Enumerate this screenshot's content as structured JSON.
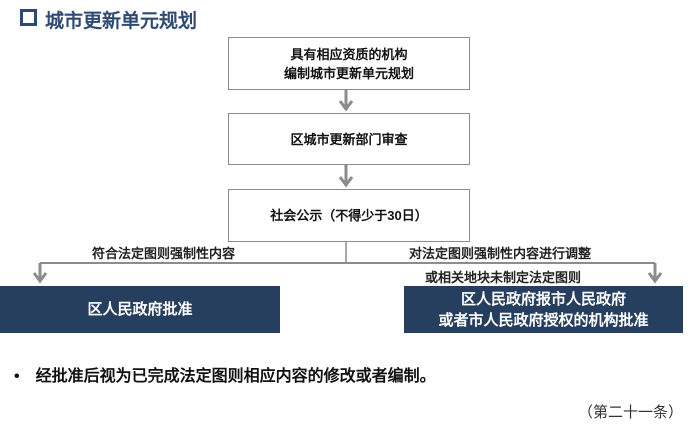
{
  "title": "城市更新单元规划",
  "flow": {
    "step1_line1": "具有相应资质的机构",
    "step1_line2": "编制城市更新单元规划",
    "step2": "区城市更新部门审查",
    "step3": "社会公示（不得少于30日）",
    "branch_left_label": "符合法定图则强制性内容",
    "branch_right_label1": "对法定图则强制性内容进行调整",
    "branch_right_label2": "或相关地块未制定法定图则",
    "result_left": "区人民政府批准",
    "result_right_line1": "区人民政府报市人民政府",
    "result_right_line2": "或者市人民政府授权的机构批准"
  },
  "bullet": "经批准后视为已完成法定图则相应内容的修改或者编制。",
  "footnote": "（第二十一条）",
  "colors": {
    "title": "#2e4a73",
    "dark_box": "#263f5e",
    "arrow": "#8c8c8c"
  }
}
